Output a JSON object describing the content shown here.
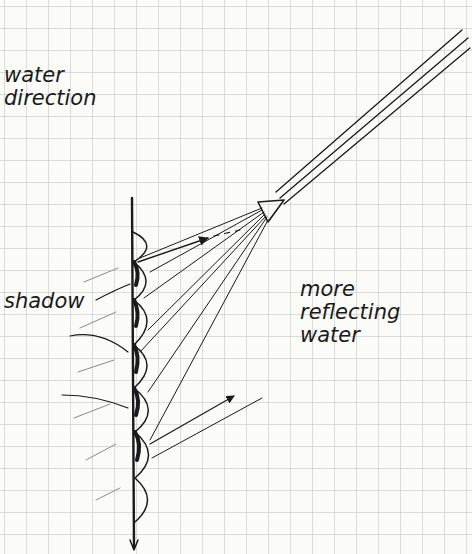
{
  "diagram": {
    "labels": [
      "water direction",
      "shadow",
      "more reflecting water"
    ]
  }
}
